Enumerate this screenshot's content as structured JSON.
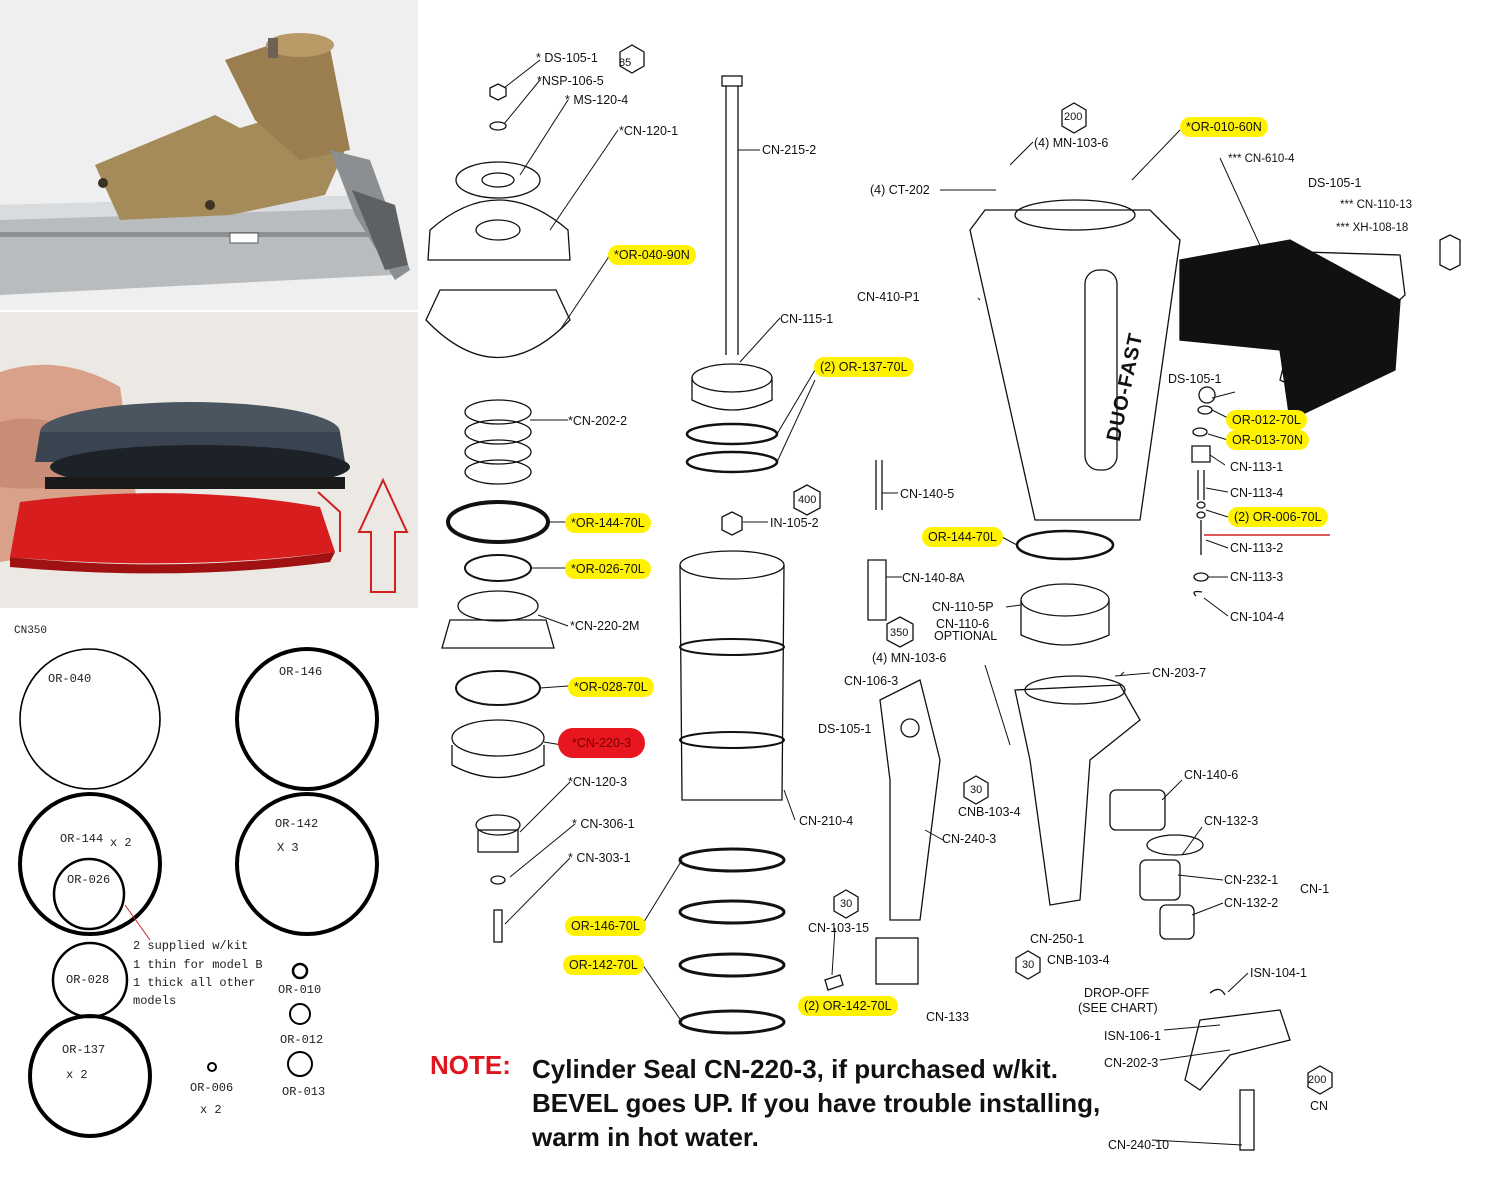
{
  "photos": {
    "nailer_photo": "pneumatic nailer tool photo",
    "seal_photo": "cylinder seal close-up photo"
  },
  "oring_chart": {
    "title": "CN350",
    "rings": {
      "or040": "OR-040",
      "or146": "OR-146",
      "or144": "OR-144",
      "or144_qty": "x 2",
      "or142": "OR-142",
      "or142_qty": "X 3",
      "or026": "OR-026",
      "or028": "OR-028",
      "or137": "OR-137",
      "or137_qty": "x 2",
      "or006": "OR-006",
      "or006_qty": "x 2",
      "or010": "OR-010",
      "or012": "OR-012",
      "or013": "OR-013"
    },
    "note_lines": [
      "2 supplied w/kit",
      "1 thin for model B",
      "1 thick all other",
      "models"
    ]
  },
  "parts": {
    "ds1051_top": "* DS-105-1",
    "nsp1065": "*NSP-106-5",
    "ms1204": "* MS-120-4",
    "cn1201": "*CN-120-1",
    "or04090n": "*OR-040-90N",
    "cn2022": "*CN-202-2",
    "or14470l_a": "*OR-144-70L",
    "or02670l": "*OR-026-70L",
    "cn2202m": "*CN-220-2M",
    "or02870l": "*OR-028-70L",
    "cn2203": "*CN-220-3",
    "cn1203": "*CN-120-3",
    "cn3061": "* CN-306-1",
    "cn3031": "* CN-303-1",
    "or14670l": "OR-146-70L",
    "or14270l": "OR-142-70L",
    "cn2152": "CN-215-2",
    "cn1151": "CN-115-1",
    "or13770l": "(2) OR-137-70L",
    "in1052": "IN-105-2",
    "cn2104": "CN-210-4",
    "cn10315": "CN-103-15",
    "or14270l_2": "(2) OR-142-70L",
    "cn133": "CN-133",
    "cn1405": "CN-140-5",
    "or14470l_b": "OR-144-70L",
    "cn1408a": "CN-140-8A",
    "cn1105p": "CN-110-5P",
    "cn1106": "CN-110-6",
    "optional": "OPTIONAL",
    "mn1036_a": "(4) MN-103-6",
    "cn1063": "CN-106-3",
    "ds1051_b": "DS-105-1",
    "cn2403": "CN-240-3",
    "cnb1034_a": "CNB-103-4",
    "cn2501": "CN-250-1",
    "cnb1034_b": "CNB-103-4",
    "dropoff": "DROP-OFF",
    "seechart": "(SEE CHART)",
    "isn1061": "ISN-106-1",
    "cn2023": "CN-202-3",
    "cn24010": "CN-240-10",
    "mn1036_b": "(4) MN-103-6",
    "ct202": "(4) CT-202",
    "cn410p1": "CN-410-P1",
    "or01060n": "*OR-010-60N",
    "cn6104": "*** CN-610-4",
    "ds1051_c": "DS-105-1",
    "cn11013": "*** CN-110-13",
    "xh10818": "*** XH-108-18",
    "ds1051_d": "DS-105-1",
    "or01270l": "OR-012-70L",
    "or01370n": "OR-013-70N",
    "cn1131": "CN-113-1",
    "cn1134": "CN-113-4",
    "or00670l": "(2) OR-006-70L",
    "cn1132": "CN-113-2",
    "cn1133": "CN-113-3",
    "cn1044": "CN-104-4",
    "cn2037": "CN-203-7",
    "cn1406": "CN-140-6",
    "cn1323": "CN-132-3",
    "cn2321": "CN-232-1",
    "cn1": "CN-1",
    "cn1322": "CN-132-2",
    "isn1041": "ISN-104-1",
    "cn_last": "CN",
    "brand": "DUO-FAST"
  },
  "hex_counts": {
    "h85": "85",
    "h200a": "200",
    "h400": "400",
    "h350": "350",
    "h30a": "30",
    "h30b": "30",
    "h30c": "30",
    "h200b": "200"
  },
  "note": {
    "heading": "NOTE:",
    "text": "Cylinder Seal CN-220-3, if purchased w/kit.  BEVEL goes UP.  If you have trouble installing, warm in hot water."
  },
  "colors": {
    "highlight": "#fff200",
    "highlight_red": "#e8161f",
    "note_heading": "#e0141c"
  }
}
